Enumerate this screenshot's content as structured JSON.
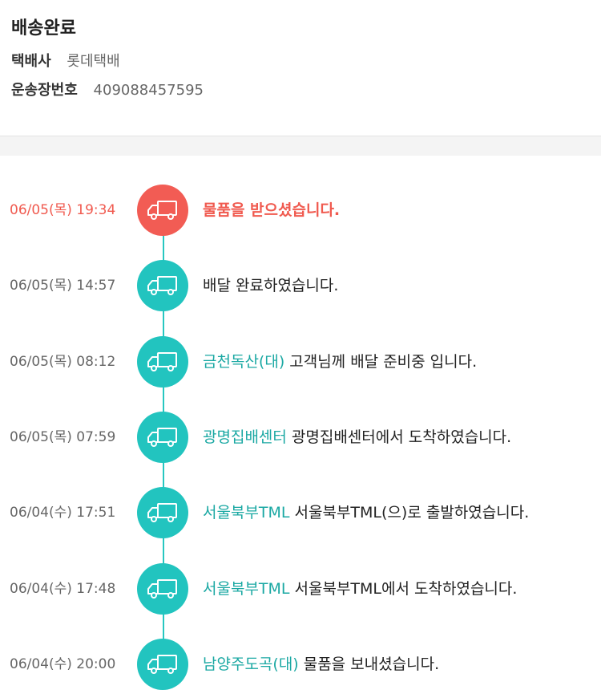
{
  "header": {
    "status": "배송완료",
    "courier_label": "택배사",
    "courier_value": "롯데택배",
    "tracking_label": "운송장번호",
    "tracking_value": "409088457595"
  },
  "colors": {
    "accent": "#22c4bf",
    "current": "#f25c54",
    "location_text": "#1aa8a3"
  },
  "events": [
    {
      "time": "06/05(목) 19:34",
      "location": "",
      "message": "물품을 받으셨습니다.",
      "icon": "truck-icon"
    },
    {
      "time": "06/05(목) 14:57",
      "location": "",
      "message": "배달 완료하였습니다.",
      "icon": "truck-icon"
    },
    {
      "time": "06/05(목) 08:12",
      "location": "금천독산(대)",
      "message": "고객님께 배달 준비중 입니다.",
      "icon": "truck-icon"
    },
    {
      "time": "06/05(목) 07:59",
      "location": "광명집배센터",
      "message": "광명집배센터에서 도착하였습니다.",
      "icon": "truck-icon"
    },
    {
      "time": "06/04(수) 17:51",
      "location": "서울북부TML",
      "message": "서울북부TML(으)로 출발하였습니다.",
      "icon": "truck-icon"
    },
    {
      "time": "06/04(수) 17:48",
      "location": "서울북부TML",
      "message": "서울북부TML에서 도착하였습니다.",
      "icon": "truck-icon"
    },
    {
      "time": "06/04(수) 20:00",
      "location": "남양주도곡(대)",
      "message": "물품을 보내셨습니다.",
      "icon": "truck-icon"
    }
  ]
}
